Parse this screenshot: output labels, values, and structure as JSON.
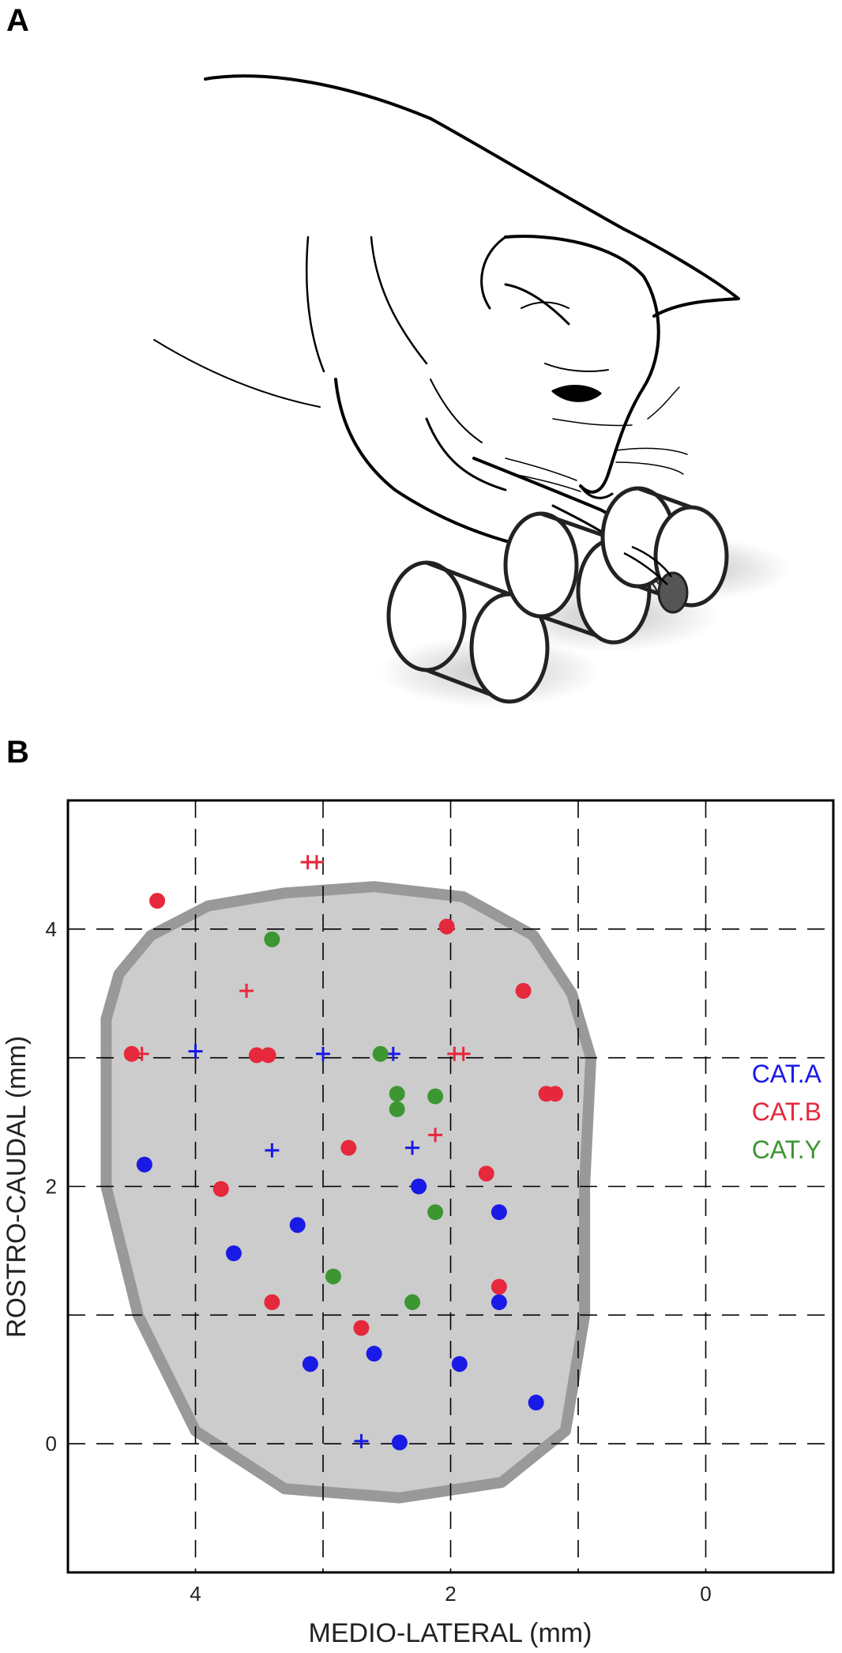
{
  "panels": {
    "a_label": "A",
    "b_label": "B"
  },
  "illustration": {
    "subject": "cat reaching into tubes",
    "icon": "cat-reaching-illustration"
  },
  "chart_data": {
    "type": "scatter",
    "title": "",
    "xlabel": "MEDIO-LATERAL (mm)",
    "ylabel": "ROSTRO-CAUDAL (mm)",
    "xlim": [
      5,
      -1
    ],
    "ylim": [
      -1,
      5
    ],
    "x_reversed": true,
    "xticks": [
      4,
      2,
      0
    ],
    "yticks": [
      0,
      2,
      4
    ],
    "xtick_labels": [
      "4",
      "2",
      "0"
    ],
    "ytick_labels": [
      "0",
      "2",
      "4"
    ],
    "grid": "dashed",
    "legend_position": "right",
    "region_color": "#cccccc",
    "region_border_color": "#999999",
    "series": [
      {
        "name": "CAT.A",
        "color": "#1a1ae6",
        "dots": [
          [
            4.4,
            2.17
          ],
          [
            2.25,
            2.0
          ],
          [
            1.62,
            1.8
          ],
          [
            3.2,
            1.7
          ],
          [
            3.7,
            1.48
          ],
          [
            1.62,
            1.1
          ],
          [
            2.6,
            0.7
          ],
          [
            3.1,
            0.62
          ],
          [
            1.93,
            0.62
          ],
          [
            1.33,
            0.32
          ],
          [
            2.4,
            0.01
          ]
        ],
        "crosses": [
          [
            4.0,
            3.05
          ],
          [
            3.0,
            3.03
          ],
          [
            2.45,
            3.03
          ],
          [
            3.4,
            2.28
          ],
          [
            2.3,
            2.3
          ],
          [
            2.7,
            0.02
          ]
        ]
      },
      {
        "name": "CAT.B",
        "color": "#e6283c",
        "dots": [
          [
            4.3,
            4.22
          ],
          [
            2.03,
            4.02
          ],
          [
            1.43,
            3.52
          ],
          [
            4.5,
            3.03
          ],
          [
            3.52,
            3.02
          ],
          [
            3.43,
            3.02
          ],
          [
            1.25,
            2.72
          ],
          [
            1.18,
            2.72
          ],
          [
            2.8,
            2.3
          ],
          [
            1.72,
            2.1
          ],
          [
            3.8,
            1.98
          ],
          [
            1.62,
            1.22
          ],
          [
            3.4,
            1.1
          ],
          [
            2.7,
            0.9
          ]
        ],
        "crosses": [
          [
            3.12,
            4.52
          ],
          [
            3.05,
            4.52
          ],
          [
            3.6,
            3.52
          ],
          [
            4.42,
            3.03
          ],
          [
            1.97,
            3.03
          ],
          [
            1.9,
            3.03
          ],
          [
            2.12,
            2.4
          ]
        ]
      },
      {
        "name": "CAT.Y",
        "color": "#3c9632",
        "dots": [
          [
            3.4,
            3.92
          ],
          [
            2.55,
            3.03
          ],
          [
            2.42,
            2.72
          ],
          [
            2.12,
            2.7
          ],
          [
            2.42,
            2.6
          ],
          [
            2.12,
            1.8
          ],
          [
            2.92,
            1.3
          ],
          [
            2.3,
            1.1
          ]
        ],
        "crosses": []
      }
    ]
  }
}
